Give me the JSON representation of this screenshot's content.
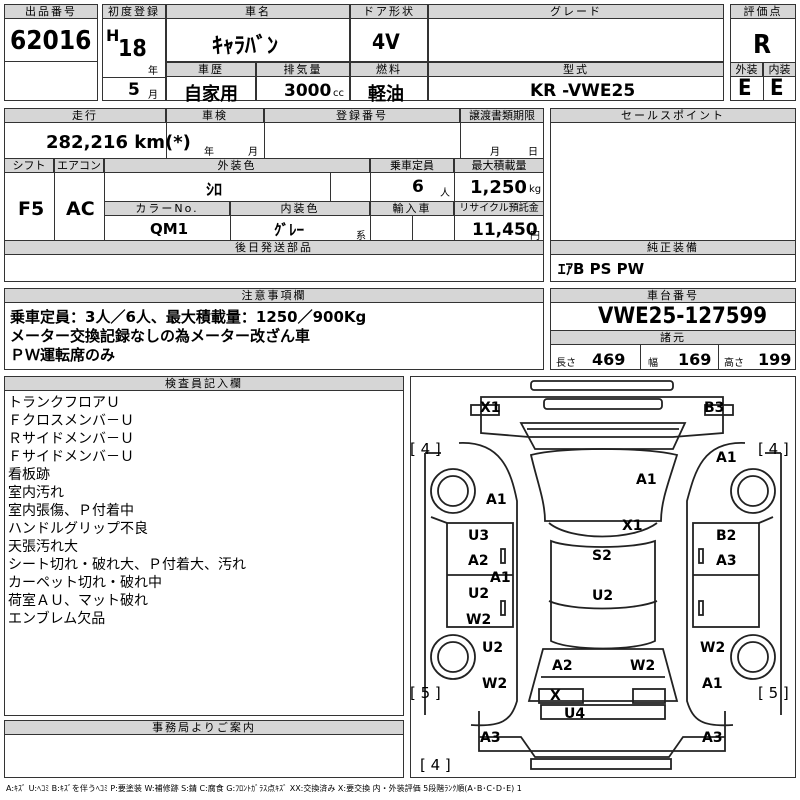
{
  "header": {
    "lot_label": "出品番号",
    "lot": "62016",
    "first_reg_label": "初度登録",
    "era": "H",
    "year": "18",
    "year_unit": "年",
    "month": "5",
    "month_unit": "月",
    "car_name_label": "車名",
    "car_name": "ｷｬﾗﾊﾞﾝ",
    "doors_label": "ドア形状",
    "doors": "4V",
    "grade_label": "グレード",
    "grade": "",
    "score_label": "評価点",
    "score": "R",
    "history_label": "車歴",
    "history": "自家用",
    "displacement_label": "排気量",
    "displacement": "3000",
    "displacement_unit": "cc",
    "fuel_label": "燃料",
    "fuel": "軽油",
    "model_label": "型式",
    "model": "KR -VWE25",
    "exterior_label": "外装",
    "exterior": "E",
    "interior_label": "内装",
    "interior": "E"
  },
  "info": {
    "mileage_label": "走行",
    "mileage": "282,216 km(*)",
    "inspection_label": "車検",
    "inspection_year_unit": "年",
    "inspection_month_unit": "月",
    "plate_label": "登録番号",
    "plate": "",
    "transfer_label": "譲渡書類期限",
    "transfer_month_unit": "月",
    "transfer_day_unit": "日",
    "shift_label": "シフト",
    "shift": "F5",
    "ac_label": "エアコン",
    "ac": "AC",
    "ext_color_label": "外装色",
    "ext_color": "ｼﾛ",
    "capacity_label": "乗車定員",
    "capacity": "6",
    "capacity_unit": "人",
    "max_load_label": "最大積載量",
    "max_load": "1,250",
    "max_load_unit": "kg",
    "color_no_label": "カラーNo.",
    "color_no": "QM1",
    "int_color_label": "内装色",
    "int_color": "ｸﾞﾚｰ",
    "int_color_suffix": "系",
    "import_label": "輸入車",
    "recycle_label": "リサイクル預託金",
    "recycle": "11,450",
    "recycle_unit": "円"
  },
  "sales_point": {
    "label": "セールスポイント",
    "text": ""
  },
  "later_parts": {
    "label": "後日発送部品",
    "text": ""
  },
  "equipment": {
    "label": "純正装備",
    "text": "ｴｱB PS PW"
  },
  "notes": {
    "label": "注意事項欄",
    "lines": [
      "乗車定員：3人／6人、最大積載量：1250／900Kg",
      "メーター交換記録なしの為メーター改ざん車",
      "ＰＷ運転席のみ"
    ]
  },
  "chassis": {
    "label": "車台番号",
    "number": "VWE25-127599",
    "dims_label": "諸元",
    "length_label": "長さ",
    "length": "469",
    "width_label": "幅",
    "width": "169",
    "height_label": "高さ",
    "height": "199"
  },
  "inspector": {
    "label": "検査員記入欄",
    "lines": [
      "トランクフロアＵ",
      "Ｆクロスメンバ－Ｕ",
      "Ｒサイドメンバ－Ｕ",
      "Ｆサイドメンバ－Ｕ",
      "看板跡",
      "室内汚れ",
      "室内張傷、Ｐ付着中",
      "ハンドルグリップ不良",
      "天張汚れ大",
      "シート切れ・破れ大、Ｐ付着大、汚れ",
      "カーペット切れ・破れ中",
      "荷室ＡＵ、マット破れ",
      "エンブレム欠品"
    ]
  },
  "office": {
    "label": "事務局よりご案内",
    "text": ""
  },
  "legend": "A:ｷｽﾞ U:ﾍｺﾐ B:ｷｽﾞを伴うﾍｺﾐ P:要塗装 W:補修跡 S:錆 C:腐食 G:ﾌﾛﾝﾄｶﾞﾗｽ点ｷｽﾞ XX:交換済み X:要交換 内・外装評価 5段階ﾗﾝｸ順(A･B･C･D･E) 1",
  "diagram": {
    "tires": [
      "[ 4 ]",
      "[ 4 ]",
      "[ 5 ]",
      "[ 5 ]",
      "[ 4 ]"
    ],
    "marks": [
      "X1",
      "B3",
      "A1",
      "A1",
      "A1",
      "X1",
      "U3",
      "B2",
      "A2",
      "A3",
      "A1",
      "S2",
      "U2",
      "U2",
      "W2",
      "W2",
      "U2",
      "A2",
      "W2",
      "W2",
      "A1",
      "X",
      "U4",
      "A3",
      "A3"
    ]
  }
}
